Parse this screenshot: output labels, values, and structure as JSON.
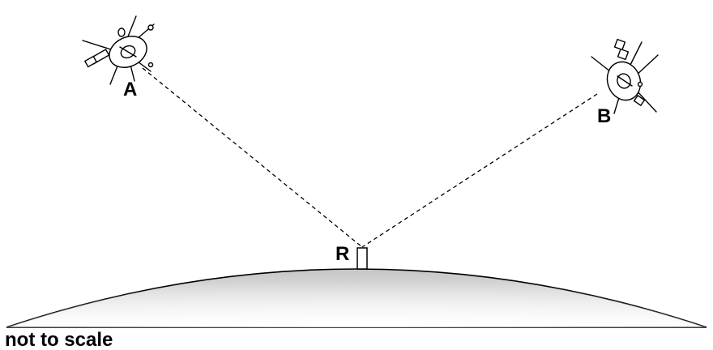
{
  "labels": {
    "satellite_a": "A",
    "satellite_b": "B",
    "receiver": "R",
    "caption": "not to scale"
  },
  "colors": {
    "ink": "#000000",
    "earth_light": "#ffffff",
    "earth_dark": "#b8b8b8"
  }
}
